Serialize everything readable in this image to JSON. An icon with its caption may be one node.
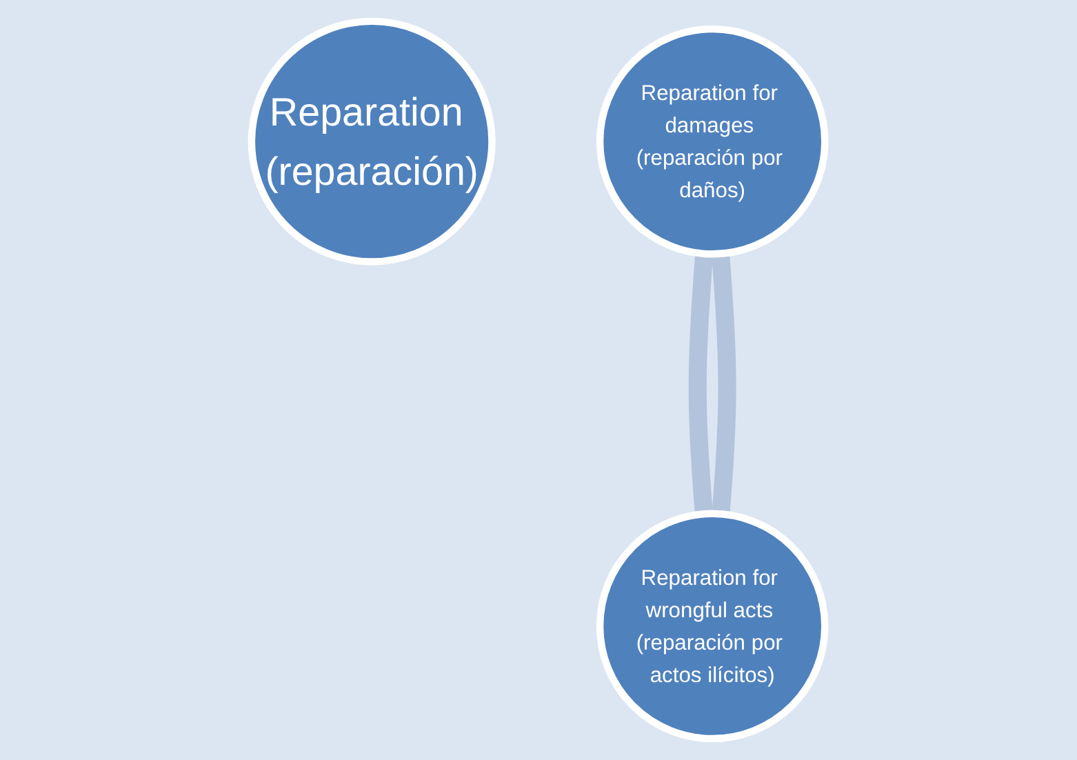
{
  "diagram": {
    "nodes": [
      {
        "text": [
          "Reparation (reparación)"
        ]
      },
      {
        "text": [
          "Reparation for damages (reparación por daños)"
        ]
      },
      {
        "text": [
          "Reparation for wrongful acts (reparación por actos ilícitos)"
        ]
      }
    ],
    "edges": [
      {
        "from": 1,
        "to": 2,
        "arrow": "none"
      },
      {
        "from": 1,
        "to": 2,
        "arrow": "none"
      }
    ]
  }
}
